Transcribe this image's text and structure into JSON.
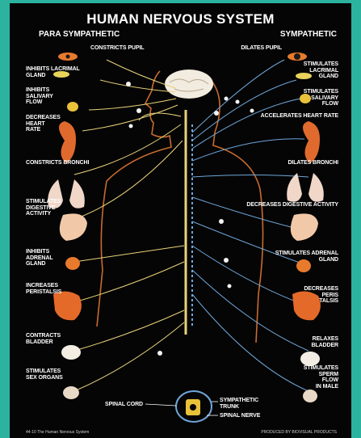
{
  "title": "HUMAN NERVOUS SYSTEM",
  "headers": {
    "left": "PARA SYMPATHETIC",
    "right": "SYMPATHETIC"
  },
  "left_labels": [
    "CONSTRICTS PUPIL",
    "INHIBITS LACRIMAL\nGLAND",
    "INHIBITS\nSALIVARY\nFLOW",
    "DECREASES\nHEART\nRATE",
    "CONSTRICTS BRONCHI",
    "STIMULATES\nDIGESTIVE\nACTIVITY",
    "INHIBITS\nADRENAL\nGLAND",
    "INCREASES\nPERISTALSIS",
    "CONTRACTS\nBLADDER",
    "STIMULATES\nSEX ORGANS"
  ],
  "right_labels": [
    "DILATES PUPIL",
    "STIMULATES\nLACRIMAL\nGLAND",
    "STIMULATES\nSALIVARY\nFLOW",
    "ACCELERATES HEART RATE",
    "DILATES BRONCHI",
    "DECREASES DIGESTIVE ACTIVITY",
    "STIMULATES ADRENAL\nGLAND",
    "DECREASES\nPERIS\nTALSIS",
    "RELAXES\nBLADDER",
    "STIMULATES\nSPERM\nFLOW\nIN MALE"
  ],
  "spine_labels": {
    "spinal_cord": "SPINAL CORD",
    "sympathetic_trunk": "SYMPATHETIC\nTRUNK",
    "spinal_nerve": "SPINAL NERVE"
  },
  "footer": {
    "left": "44-10 The Human Nervous System",
    "right": "PRODUCED BY BIOVISUAL PRODUCTS"
  },
  "colors": {
    "background": "#050505",
    "parasympathetic_nerve": "#e8d27a",
    "sympathetic_nerve": "#6fa6d8",
    "organ_orange": "#e87a2c",
    "body_outline": "#c96b2f"
  },
  "icons": [
    "eye-icon",
    "lacrimal-gland-icon",
    "salivary-gland-icon",
    "heart-icon",
    "lungs-icon",
    "stomach-icon",
    "adrenal-gland-icon",
    "intestine-icon",
    "bladder-icon",
    "sex-organ-icon",
    "brain-icon"
  ]
}
